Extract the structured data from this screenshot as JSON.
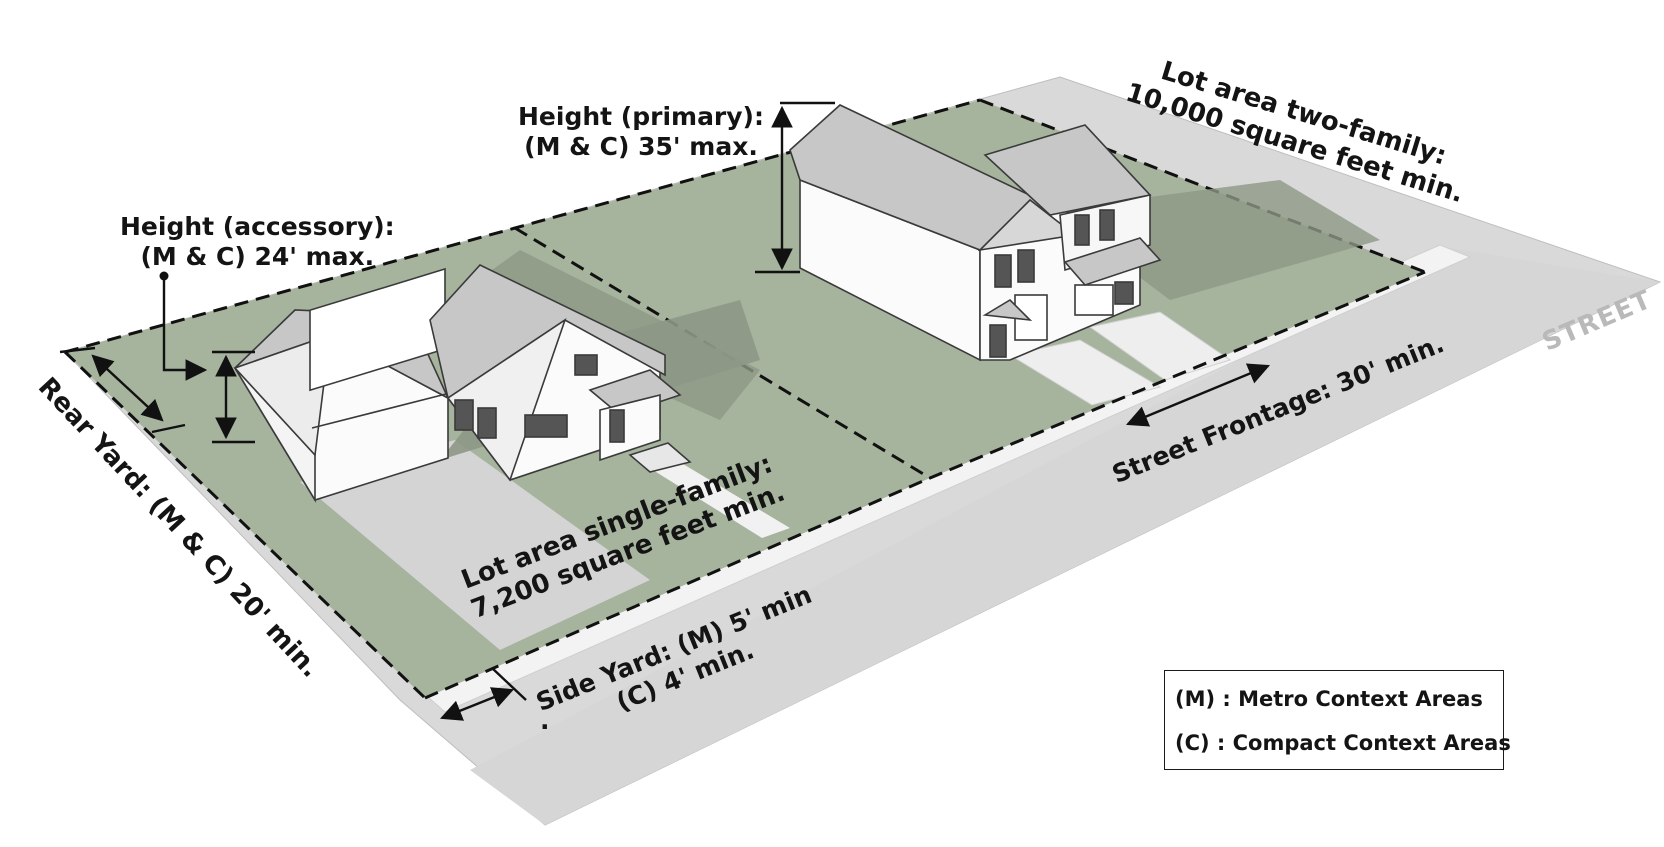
{
  "labels": {
    "height_primary": "Height (primary):\n(M & C) 35' max.",
    "height_accessory": "Height (accessory):\n(M & C) 24' max.",
    "lot_two_family": "Lot area two-family:\n10,000 square feet min.",
    "lot_single_family": "Lot area single-family:\n7,200 square feet min.",
    "rear_yard": "Rear Yard: (M & C) 20' min.",
    "side_yard": "Side Yard: (M) 5' min\n(C) 4' min.",
    "street_frontage": "Street Frontage: 30' min.",
    "street": "STREET",
    "stray_dot": "."
  },
  "legend": {
    "metro": "(M) : Metro Context Areas",
    "compact": "(C) : Compact Context Areas"
  },
  "colors": {
    "lot_green": "#a6b39d",
    "ground_grey": "#d9d9d9",
    "sidewalk": "#f3f3f3",
    "roof_grey": "#c7c7c7",
    "wall_white": "#fbfbfb",
    "shadow": "#8d9786",
    "line": "#111111"
  },
  "icons": [
    "dimension-arrow-icon",
    "leader-dot-icon"
  ]
}
